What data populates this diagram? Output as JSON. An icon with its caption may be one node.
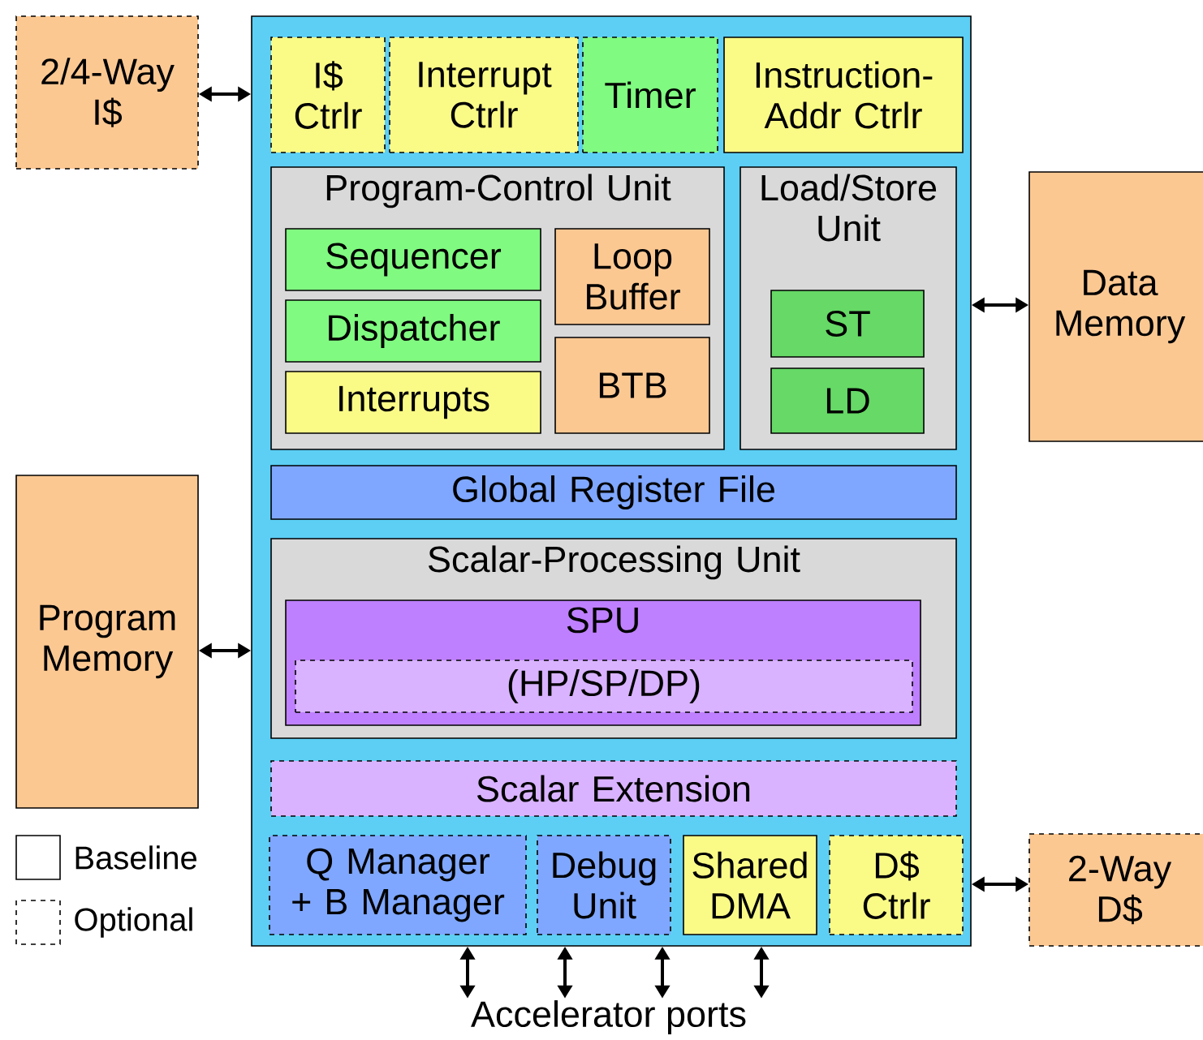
{
  "diagram": {
    "nodes": [
      {
        "text": [],
        "shape": "box"
      },
      {
        "text": [
          "2/4-Way I$"
        ]
      },
      {
        "text": [
          "I$ Ctrlr"
        ],
        "in": 0
      },
      {
        "text": [
          "Interrupt Ctrlr"
        ],
        "in": 0
      },
      {
        "text": [
          "Timer"
        ],
        "in": 0
      },
      {
        "text": [
          "Instruction-Addr Ctrlr"
        ],
        "in": 0
      },
      {
        "text": [
          "Program-Control Unit"
        ],
        "in": 0
      },
      {
        "text": [
          "Sequencer"
        ],
        "in": 6
      },
      {
        "text": [
          "Dispatcher"
        ],
        "in": 6
      },
      {
        "text": [
          "Interrupts"
        ],
        "in": 6
      },
      {
        "text": [
          "Loop Buffer"
        ],
        "in": 6
      },
      {
        "text": [
          "BTB"
        ],
        "in": 6
      },
      {
        "text": [
          "Load/Store Unit"
        ],
        "in": 0
      },
      {
        "text": [
          "ST"
        ],
        "in": 12
      },
      {
        "text": [
          "LD"
        ],
        "in": 12
      },
      {
        "text": [
          "Global Register File"
        ],
        "in": 0
      },
      {
        "text": [
          "Scalar-Processing Unit"
        ],
        "in": 0
      },
      {
        "text": [
          "SPU"
        ],
        "in": 16
      },
      {
        "text": [
          "(HP/SP/DP)"
        ],
        "in": 17
      },
      {
        "text": [
          "Scalar Extension"
        ],
        "in": 0
      },
      {
        "text": [
          "Q Manager + B Manager"
        ],
        "in": 0
      },
      {
        "text": [
          "Debug Unit"
        ],
        "in": 0
      },
      {
        "text": [
          "Shared DMA"
        ],
        "in": 0
      },
      {
        "text": [
          "D$ Ctrlr"
        ],
        "in": 0
      },
      {
        "text": [
          "Data Memory"
        ]
      },
      {
        "text": [
          "Program Memory"
        ]
      },
      {
        "text": [
          "2-Way D$"
        ]
      },
      {
        "text": [
          "Accelerator ports"
        ]
      }
    ],
    "edges": [
      {
        "from": 1,
        "to": 0,
        "arrow": "both"
      },
      {
        "from": 24,
        "to": 0,
        "arrow": "both"
      },
      {
        "from": 25,
        "to": 0,
        "arrow": "both"
      },
      {
        "from": 26,
        "to": 0,
        "arrow": "both"
      },
      {
        "from": 0,
        "to": 27,
        "arrow": "both"
      },
      {
        "from": 0,
        "to": 27,
        "arrow": "both"
      },
      {
        "from": 0,
        "to": 27,
        "arrow": "both"
      },
      {
        "from": 0,
        "to": 27,
        "arrow": "both"
      }
    ],
    "legend": [
      {
        "text": "Baseline"
      },
      {
        "text": "Optional"
      }
    ]
  }
}
